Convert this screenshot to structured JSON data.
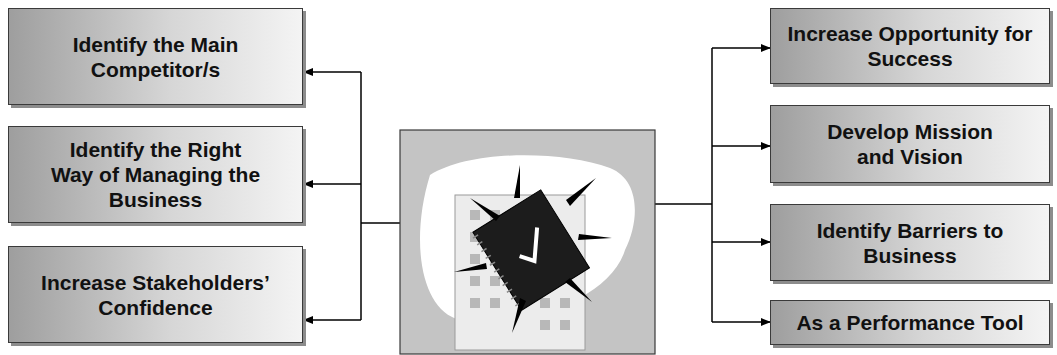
{
  "diagram": {
    "nodes": [
      {
        "text": [
          "Identify the Main Competitor/s"
        ]
      },
      {
        "text": [
          "Identify the Right Way of Managing the Business"
        ]
      },
      {
        "text": [
          "Increase Stakeholders’ Confidence"
        ]
      },
      {
        "text": [
          "Increase Opportunity for Success"
        ]
      },
      {
        "text": [
          "Develop Mission and Vision"
        ]
      },
      {
        "text": [
          "Identify Barriers to Business"
        ]
      },
      {
        "text": [
          "As a Performance Tool"
        ]
      }
    ]
  }
}
